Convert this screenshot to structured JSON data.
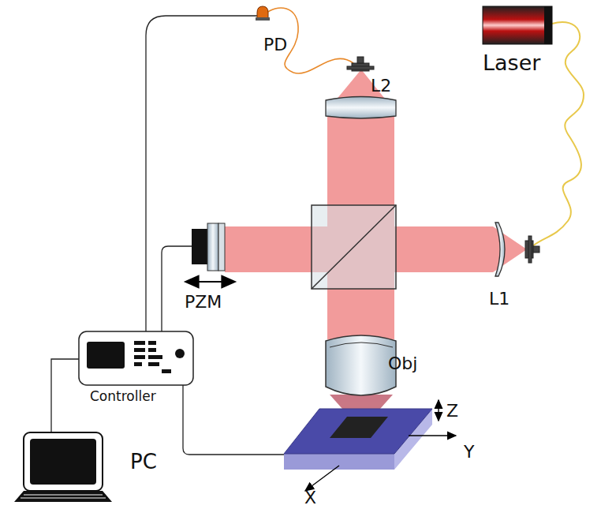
{
  "diagram": {
    "labels": [
      "PD",
      "Laser",
      "L2",
      "PZM",
      "L1",
      "Controller",
      "Obj",
      "Z",
      "Y",
      "PC",
      "X"
    ]
  }
}
